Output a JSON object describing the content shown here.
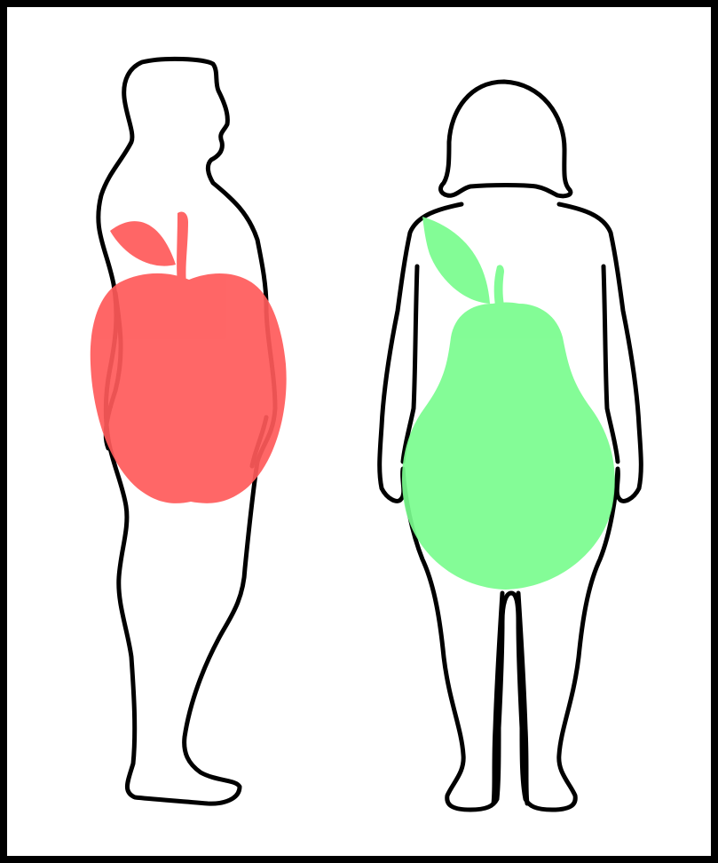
{
  "figures": [
    {
      "id": "male-figure",
      "shape_overlay": "apple-icon",
      "overlay_color": "#ff5a5a",
      "view": "side"
    },
    {
      "id": "female-figure",
      "shape_overlay": "pear-icon",
      "overlay_color": "#79fc8e",
      "view": "front"
    }
  ],
  "colors": {
    "background": "#ffffff",
    "frame": "#000000",
    "outline": "#000000",
    "apple": "#ff5a5a",
    "pear": "#79fc8e"
  }
}
